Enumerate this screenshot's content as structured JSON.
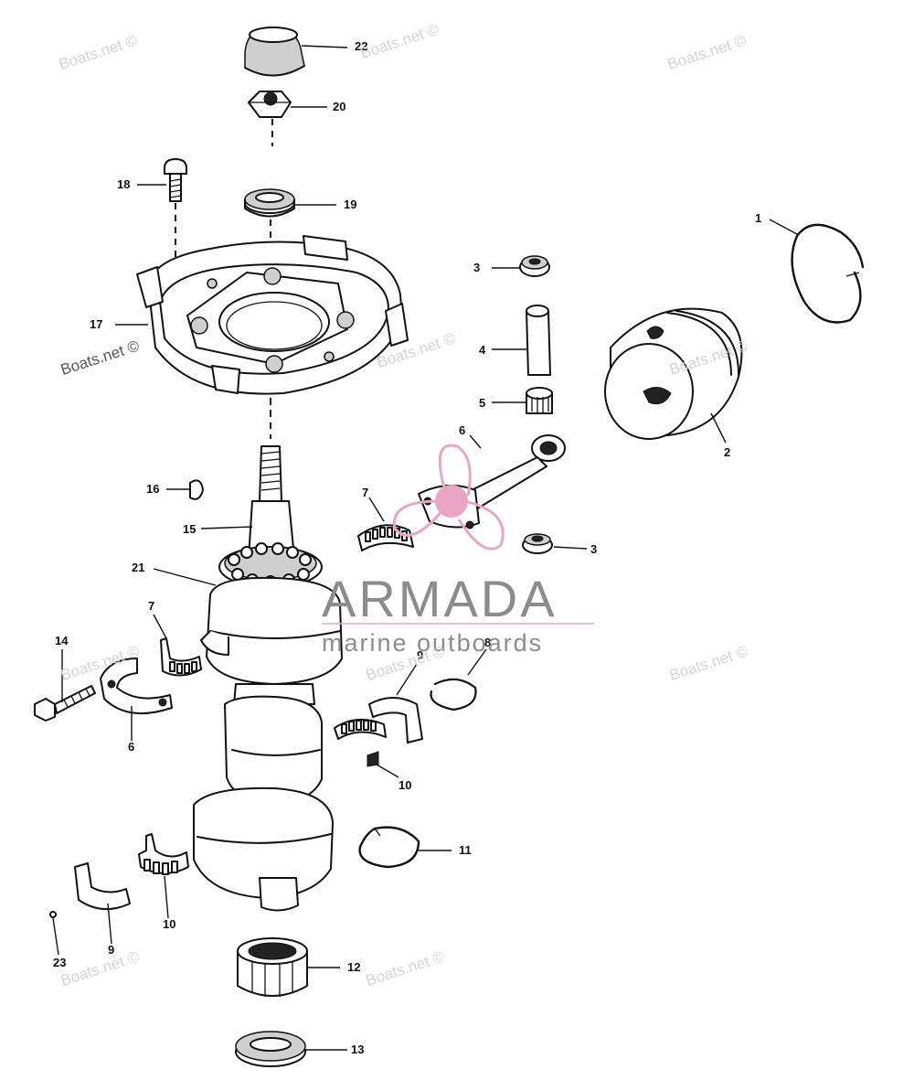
{
  "watermarks": [
    {
      "text": "Boats.net ©"
    },
    {
      "text": "Boats.net ©"
    },
    {
      "text": "Boats.net ©"
    },
    {
      "text": "Boats.net ©"
    },
    {
      "text": "Boats.net ©"
    },
    {
      "text": "Boats.net ©"
    },
    {
      "text": "Boats.net ©"
    },
    {
      "text": "Boats.net ©"
    },
    {
      "text": "Boats.net ©"
    },
    {
      "text": "Boats.net ©"
    },
    {
      "text": "Boats.net ©"
    }
  ],
  "brand": {
    "name": "ARMADA",
    "tagline": "marine outboards",
    "logo_color": "#e8a6c4"
  },
  "parts": [
    {
      "id": "1"
    },
    {
      "id": "2"
    },
    {
      "id": "3"
    },
    {
      "id": "3"
    },
    {
      "id": "4"
    },
    {
      "id": "5"
    },
    {
      "id": "6"
    },
    {
      "id": "6"
    },
    {
      "id": "7"
    },
    {
      "id": "7"
    },
    {
      "id": "8"
    },
    {
      "id": "9"
    },
    {
      "id": "9"
    },
    {
      "id": "10"
    },
    {
      "id": "10"
    },
    {
      "id": "11"
    },
    {
      "id": "12"
    },
    {
      "id": "13"
    },
    {
      "id": "14"
    },
    {
      "id": "15"
    },
    {
      "id": "16"
    },
    {
      "id": "17"
    },
    {
      "id": "18"
    },
    {
      "id": "19"
    },
    {
      "id": "20"
    },
    {
      "id": "21"
    },
    {
      "id": "22"
    },
    {
      "id": "23"
    }
  ]
}
